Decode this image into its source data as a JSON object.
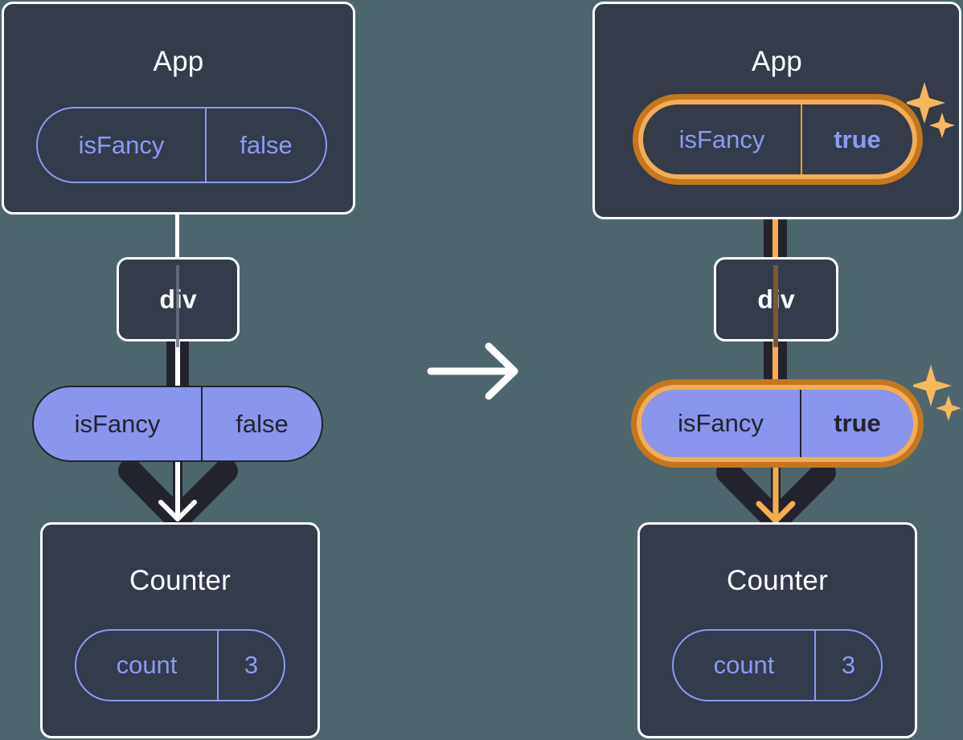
{
  "diagram": {
    "title": "React state update flow: isFancy false to true",
    "transition_icon": "right-arrow-icon",
    "highlight_icon": "sparkles-icon"
  },
  "colors": {
    "background": "#4d666e",
    "panel": "#343b4a",
    "panel_border": "#ffffff",
    "pill_purple": "#8a95ee",
    "pill_outline": "#8b9bf2",
    "ink": "#23232e",
    "highlight_outer": "#c6761b",
    "highlight_inner": "#f4ad55",
    "wire_orange": "#f6ad4e",
    "wire_white": "#ffffff"
  },
  "before": {
    "app": {
      "title": "App",
      "state": {
        "key": "isFancy",
        "value": "false",
        "highlighted": false
      }
    },
    "div": {
      "label": "div"
    },
    "prop": {
      "key": "isFancy",
      "value": "false",
      "highlighted": false
    },
    "counter": {
      "title": "Counter",
      "state": {
        "key": "count",
        "value": "3",
        "highlighted": false
      }
    }
  },
  "after": {
    "app": {
      "title": "App",
      "state": {
        "key": "isFancy",
        "value": "true",
        "highlighted": true
      }
    },
    "div": {
      "label": "div"
    },
    "prop": {
      "key": "isFancy",
      "value": "true",
      "highlighted": true
    },
    "counter": {
      "title": "Counter",
      "state": {
        "key": "count",
        "value": "3",
        "highlighted": false
      }
    }
  }
}
